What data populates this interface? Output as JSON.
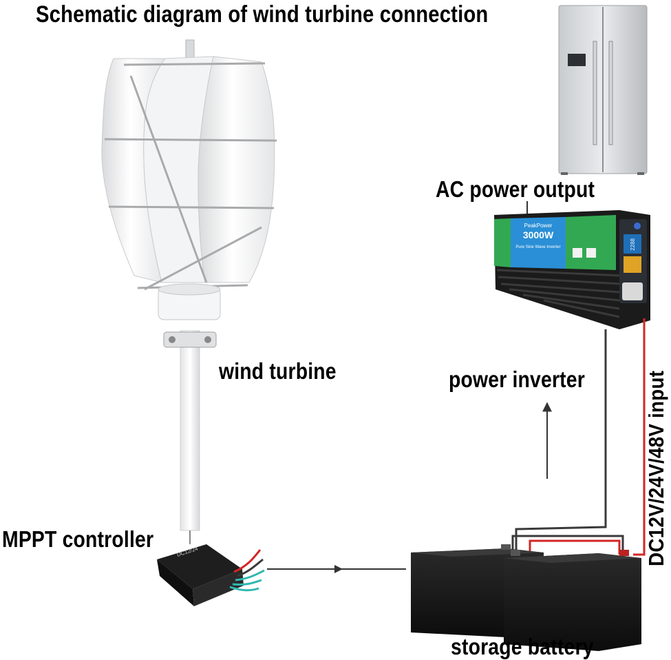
{
  "title": "Schematic diagram of wind turbine connection",
  "labels": {
    "ac_power_output": "AC power output",
    "wind_turbine": "wind turbine",
    "power_inverter": "power inverter",
    "mppt_controller": "MPPT controller",
    "storage_battery": "storage battery",
    "dc_input": "DC12V/24V/48V input"
  },
  "inverter_panel": {
    "peak_power": "PeakPower",
    "wattage": "3000W",
    "type": "Pure Sine Wave Inverter",
    "display": "2288"
  },
  "controller_panel": {
    "model": "DC12/24"
  },
  "colors": {
    "positive_wire": "#d32626",
    "negative_wire": "#3a3a3a",
    "inverter_blue": "#2a8fd6",
    "inverter_green": "#33a852",
    "battery_body": "#151515"
  }
}
